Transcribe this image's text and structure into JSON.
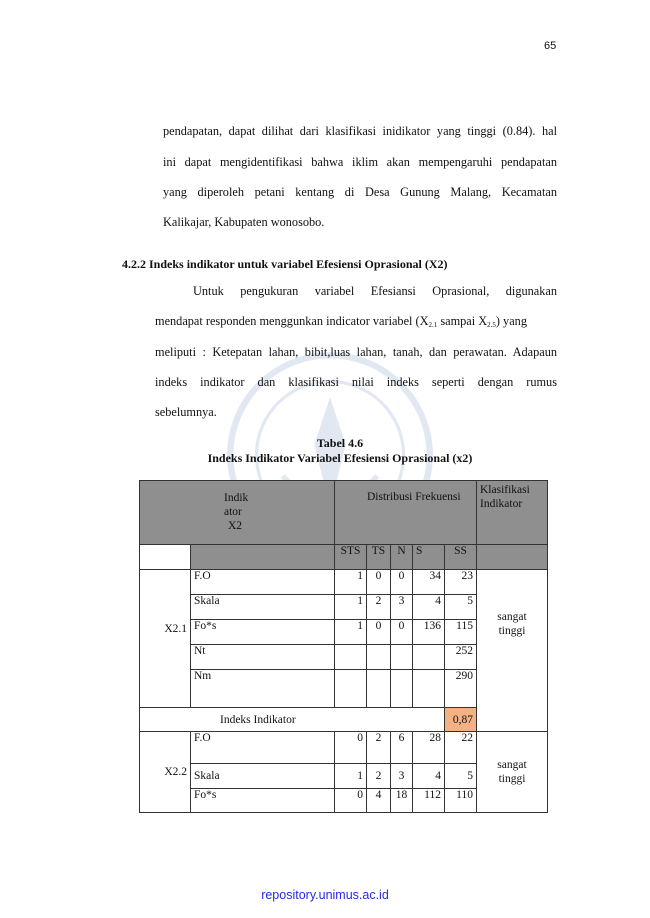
{
  "page_number": "65",
  "paragraph1": [
    "pendapatan, dapat dilihat dari klasifikasi inidikator yang tinggi (0.84). hal",
    "ini dapat mengidentifikasi bahwa iklim akan mempengaruhi pendapatan",
    "yang diperoleh petani kentang di Desa Gunung Malang, Kecamatan",
    "Kalikajar, Kabupaten wonosobo."
  ],
  "section_heading": "4.2.2  Indeks indikator untuk variabel Efesiensi Oprasional (X2)",
  "paragraph2": {
    "line1": "Untuk pengukuran variabel Efesiansi Oprasional, digunakan",
    "line2_a": "mendapat responden menggunkan indicator variabel (X",
    "line2_sub1": "2.1",
    "line2_b": " sampai X",
    "line2_sub2": "2.5",
    "line2_c": ") yang",
    "line3": "meliputi : Ketepatan lahan, bibit,luas lahan, tanah, dan perawatan. Adapaun",
    "line4": "indeks indikator dan klasifikasi nilai indeks seperti dengan rumus",
    "line5": "sebelumnya."
  },
  "table_caption": {
    "number": "Tabel 4.6",
    "title": "Indeks Indikator Variabel Efesiensi Oprasional (x2)"
  },
  "table": {
    "header_indikator": [
      "Indik",
      "ator",
      "X2"
    ],
    "header_distribusi": "Distribusi Frekuensi",
    "header_klasifikasi": [
      "Klasifikasi",
      "Indikator"
    ],
    "scale_headers": [
      "STS",
      "TS",
      "N",
      "S",
      "SS"
    ],
    "group1": {
      "label": "X2.1",
      "classification": [
        "sangat",
        "tinggi"
      ],
      "rows": [
        {
          "name": "F.O",
          "values": [
            "1",
            "0",
            "0",
            "34",
            "23"
          ]
        },
        {
          "name": "Skala",
          "values": [
            "1",
            "2",
            "3",
            "4",
            "5"
          ]
        },
        {
          "name": "Fo*s",
          "values": [
            "1",
            "0",
            "0",
            "136",
            "115"
          ]
        },
        {
          "name": "Nt",
          "values": [
            "",
            "",
            "",
            "",
            "252"
          ]
        },
        {
          "name": "Nm",
          "values": [
            "",
            "",
            "",
            "",
            "290"
          ]
        }
      ],
      "index_label": "Indeks Indikator",
      "index_value": "0,87"
    },
    "group2": {
      "label": "X2.2",
      "classification": [
        "sangat",
        "tinggi"
      ],
      "rows": [
        {
          "name": "F.O",
          "values": [
            "0",
            "2",
            "6",
            "28",
            "22"
          ]
        },
        {
          "name": "Skala",
          "values": [
            "1",
            "2",
            "3",
            "4",
            "5"
          ]
        },
        {
          "name": "Fo*s",
          "values": [
            "0",
            "4",
            "18",
            "112",
            "110"
          ]
        }
      ]
    }
  },
  "footer": "repository.unimus.ac.id",
  "colors": {
    "header_gray": "#8f8f8f",
    "highlight": "#f4b183",
    "footer_link": "#2a2ae0"
  }
}
